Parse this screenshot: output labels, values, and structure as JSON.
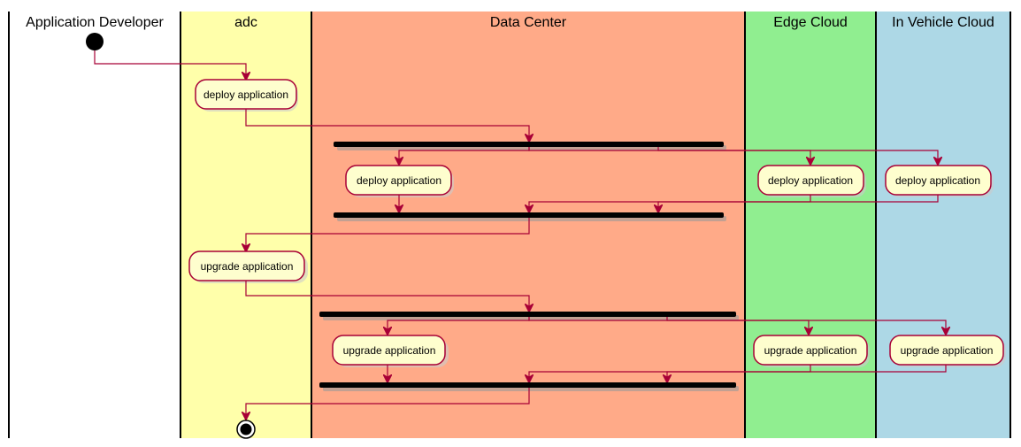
{
  "lanes": [
    {
      "id": "app-dev",
      "title": "Application Developer",
      "color": "#FFFFFF"
    },
    {
      "id": "adc",
      "title": "adc",
      "color": "#FFFFAA"
    },
    {
      "id": "data-center",
      "title": "Data Center",
      "color": "#FFAA88"
    },
    {
      "id": "edge-cloud",
      "title": "Edge Cloud",
      "color": "#90EE90"
    },
    {
      "id": "in-vehicle-cloud",
      "title": "In Vehicle Cloud",
      "color": "#ADD8E6"
    }
  ],
  "activities": {
    "adc_deploy": "deploy application",
    "dc_deploy": "deploy application",
    "edge_deploy": "deploy application",
    "ivc_deploy": "deploy application",
    "adc_upgrade": "upgrade application",
    "dc_upgrade": "upgrade application",
    "edge_upgrade": "upgrade application",
    "ivc_upgrade": "upgrade application"
  },
  "colors": {
    "arrow": "#A80036",
    "activity_fill": "#FEFECE",
    "bar": "#000000"
  }
}
